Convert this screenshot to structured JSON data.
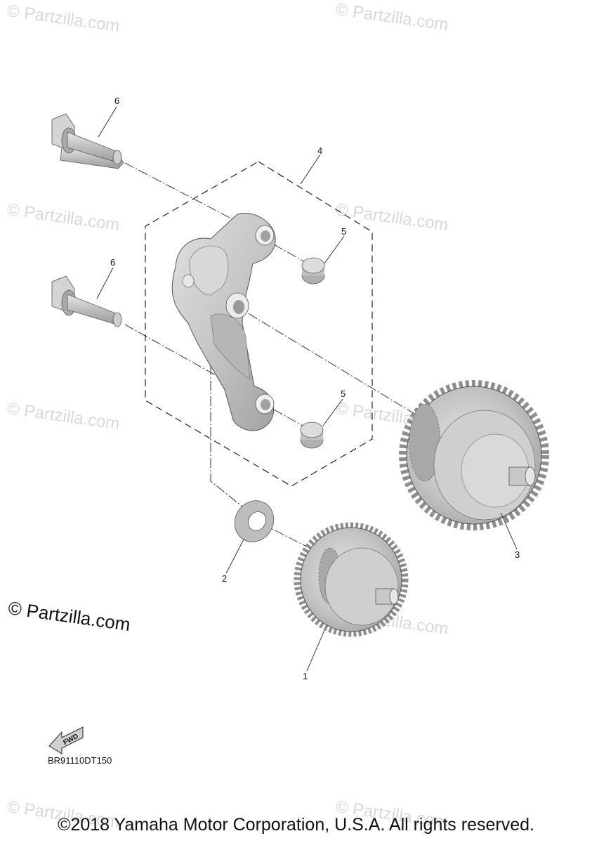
{
  "watermarks": {
    "text": "Partzilla.com",
    "symbol": "©",
    "main": "© Partzilla.com"
  },
  "callouts": [
    {
      "id": "1",
      "label": "1"
    },
    {
      "id": "2",
      "label": "2"
    },
    {
      "id": "3",
      "label": "3"
    },
    {
      "id": "4",
      "label": "4"
    },
    {
      "id": "5a",
      "label": "5"
    },
    {
      "id": "5b",
      "label": "5"
    },
    {
      "id": "6a",
      "label": "6"
    },
    {
      "id": "6b",
      "label": "6"
    }
  ],
  "fwd_label": "FWD",
  "diagram_code": "BR91110DT150",
  "copyright": "©2018 Yamaha Motor Corporation, U.S.A. All rights reserved.",
  "colors": {
    "part_fill": "#c4c4c4",
    "part_shade": "#9a9a9a",
    "part_light": "#e4e4e4",
    "line": "#222222",
    "watermark": "#d9d9d9"
  }
}
